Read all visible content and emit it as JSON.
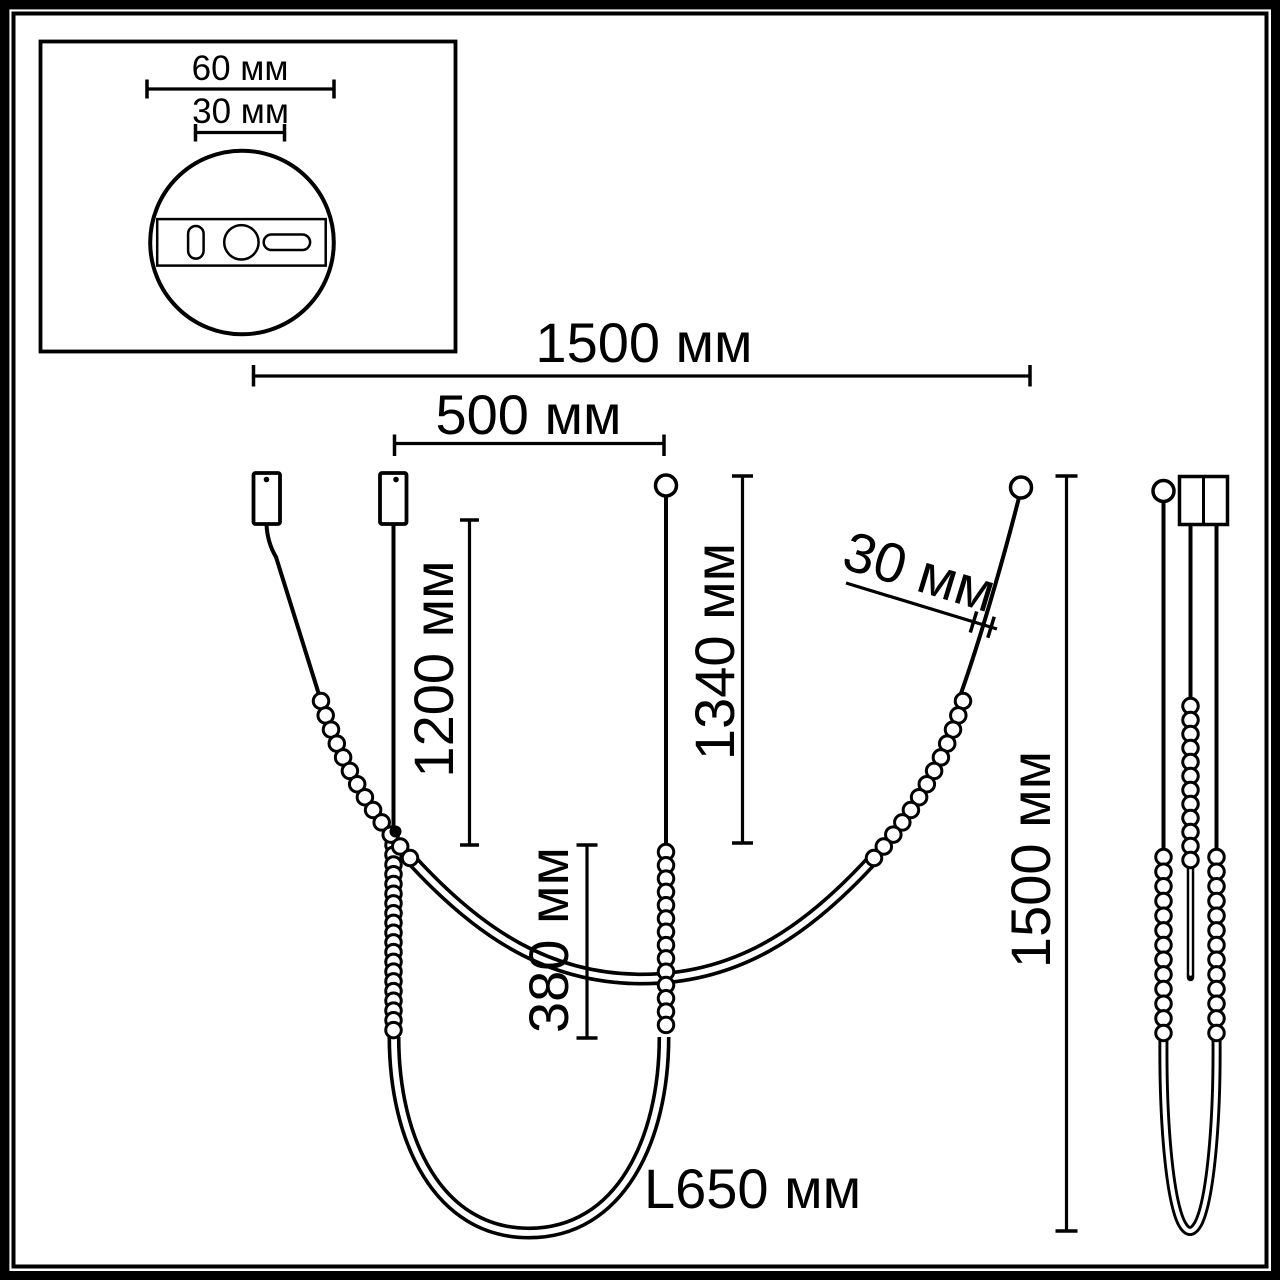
{
  "document": {
    "type": "pendant-light dimensional drawing",
    "units": "мм",
    "colors": {
      "ink": "#000000",
      "paper": "#ffffff"
    }
  },
  "inset": {
    "canopy_width_label": "60 мм",
    "canopy_slot_label": "30 мм"
  },
  "front_view": {
    "overall_width_label": "1500 мм",
    "inner_span_label": "500 мм",
    "left_cord_length_label": "1200 мм",
    "right_cord_length_label": "1340 мм",
    "bead_section_label": "380 мм",
    "cord_segment_label": "30 мм",
    "tube_length_label": "L650 мм"
  },
  "side_view": {
    "overall_height_label": "1500 мм"
  }
}
